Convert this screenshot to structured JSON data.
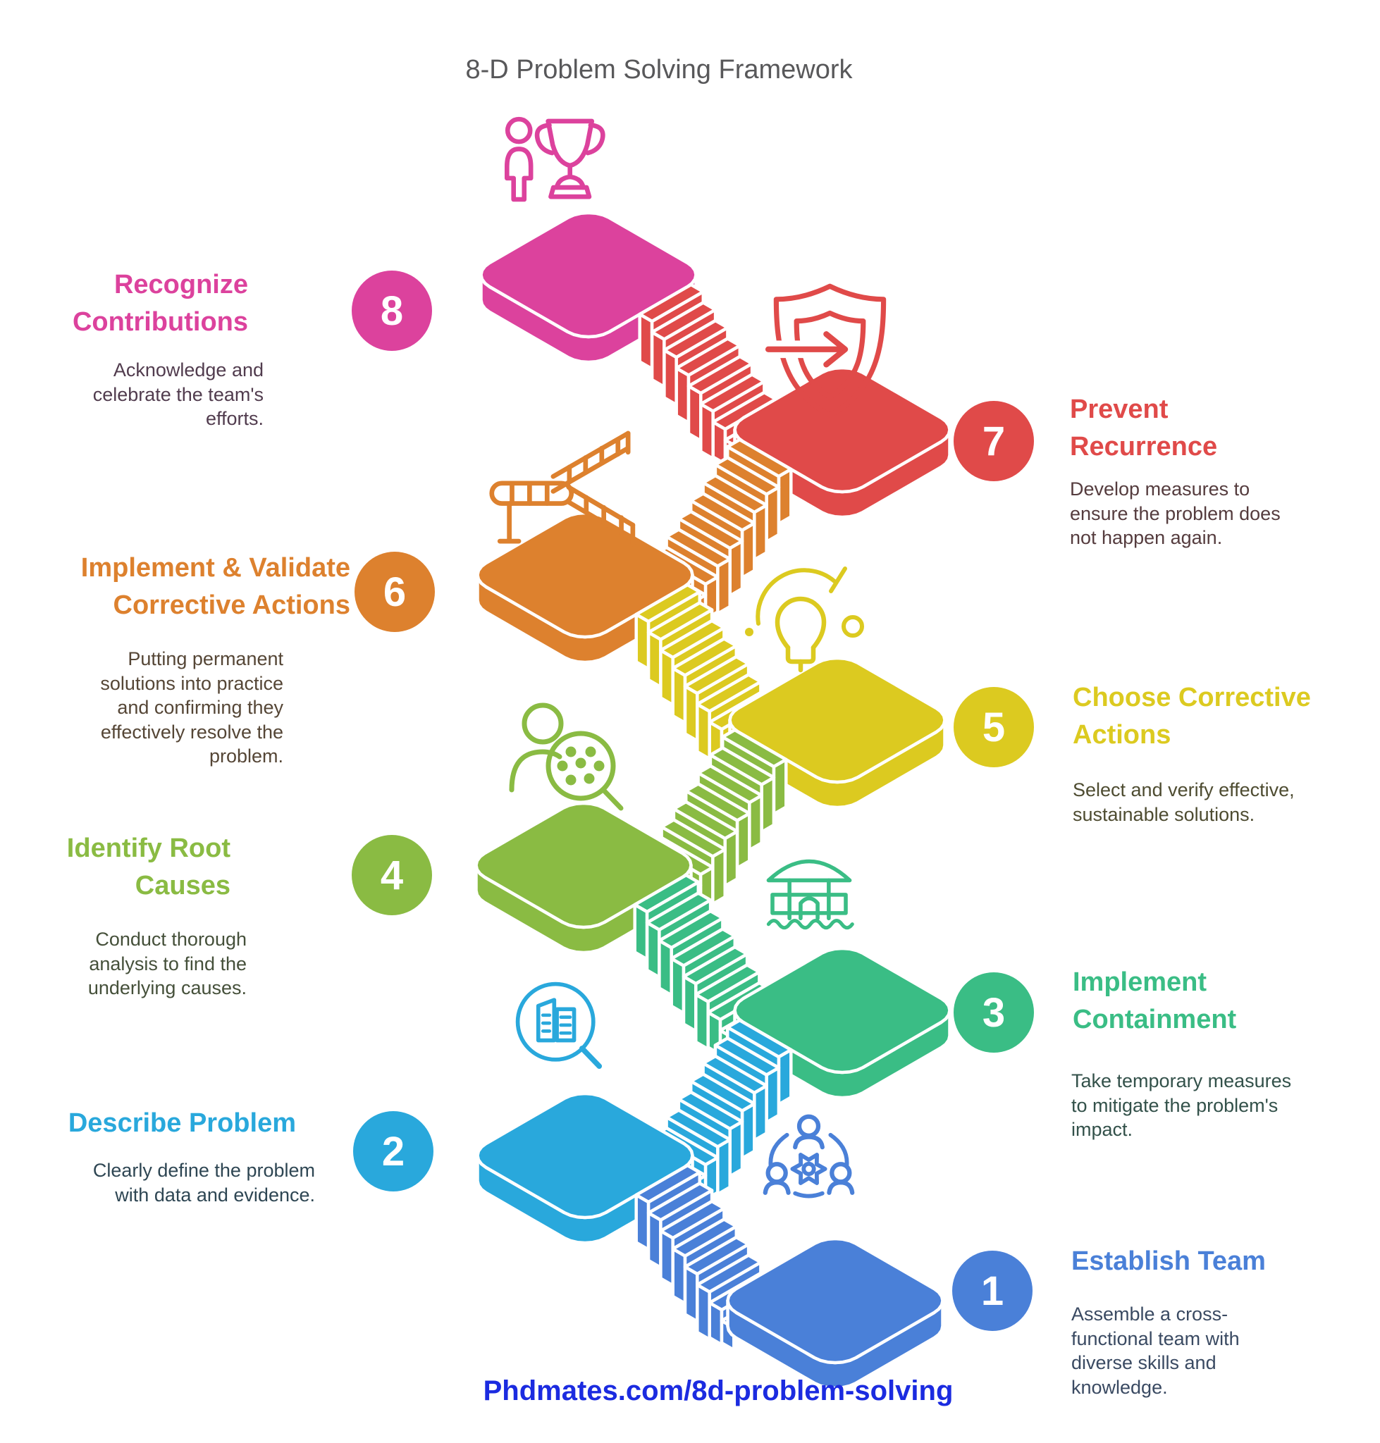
{
  "title": "8-D Problem Solving Framework",
  "title_color": "#58585a",
  "footer": {
    "url_label": "Phdmates.com/8d-problem-solving",
    "color": "#1b2be0"
  },
  "steps": [
    {
      "number": "1",
      "title": "Establish Team",
      "description": "Assemble a cross-\nfunctional team with\ndiverse skills and\nknowledge.",
      "color": "#4a80d8",
      "desc_color": "#3a4a62",
      "icon": "team-gear-icon",
      "side": "right"
    },
    {
      "number": "2",
      "title": "Describe Problem",
      "description": "Clearly define the problem\nwith data and evidence.",
      "color": "#29a8dc",
      "desc_color": "#2e4653",
      "icon": "document-magnifier-icon",
      "side": "left"
    },
    {
      "number": "3",
      "title": "Implement\nContainment",
      "description": "Take temporary measures\nto mitigate the problem's\nimpact.",
      "color": "#3abd85",
      "desc_color": "#33514a",
      "icon": "stilt-house-icon",
      "side": "right"
    },
    {
      "number": "4",
      "title": "Identify Root\nCauses",
      "description": "Conduct thorough\nanalysis to find the\nunderlying causes.",
      "color": "#8abb43",
      "desc_color": "#45503a",
      "icon": "person-magnifier-icon",
      "side": "left"
    },
    {
      "number": "5",
      "title": "Choose Corrective\nActions",
      "description": "Select and verify effective,\nsustainable solutions.",
      "color": "#dcca20",
      "desc_color": "#4e4c31",
      "icon": "lightbulb-icon",
      "side": "right"
    },
    {
      "number": "6",
      "title": "Implement & Validate\nCorrective Actions",
      "description": "Putting permanent\nsolutions into practice\nand confirming they\neffectively resolve the\nproblem.",
      "color": "#dd812e",
      "desc_color": "#554636",
      "icon": "stairs-railing-icon",
      "side": "left"
    },
    {
      "number": "7",
      "title": "Prevent\nRecurrence",
      "description": "Develop measures to\nensure the problem does\nnot happen again.",
      "color": "#e04a49",
      "desc_color": "#553c3e",
      "icon": "shield-arrow-icon",
      "side": "right"
    },
    {
      "number": "8",
      "title": "Recognize\nContributions",
      "description": "Acknowledge and\ncelebrate the team's\nefforts.",
      "color": "#dc429d",
      "desc_color": "#513c4e",
      "icon": "trophy-person-icon",
      "side": "left"
    }
  ]
}
